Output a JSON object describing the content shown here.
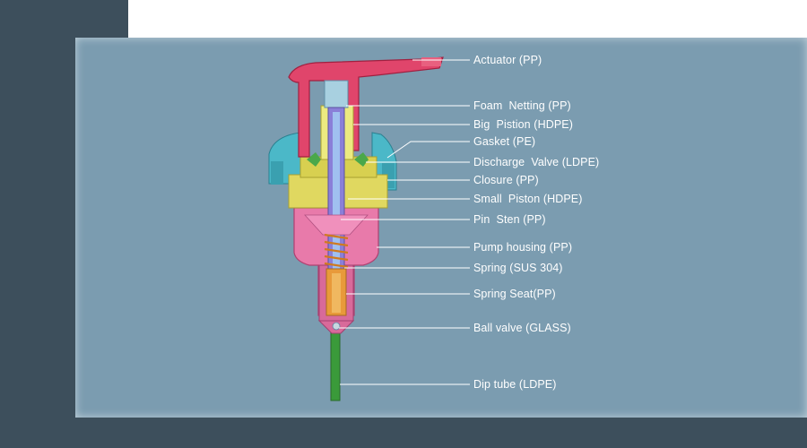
{
  "diagram": {
    "labels": [
      "Actuator (PP)",
      "Foam  Netting (PP)",
      "Big  Pistion (HDPE)",
      "Gasket (PE)",
      "Discharge  Valve (LDPE)",
      "Closure (PP)",
      "Small  Piston (HDPE)",
      "Pin  Sten (PP)",
      "Pump housing (PP)",
      "Spring (SUS 304)",
      "Spring Seat(PP)",
      "Ball valve (GLASS)",
      "Dip tube (LDPE)"
    ]
  },
  "colors": {
    "background": "#3d4f5c",
    "panel": "#7b9cb0",
    "actuator": "#e0456b",
    "closure": "#4bb8c8",
    "piston": "#e8e070",
    "housing": "#e87aaa",
    "stem": "#8a7fd8",
    "spring": "#e08a2a",
    "dip_tube": "#3a9a3a"
  }
}
